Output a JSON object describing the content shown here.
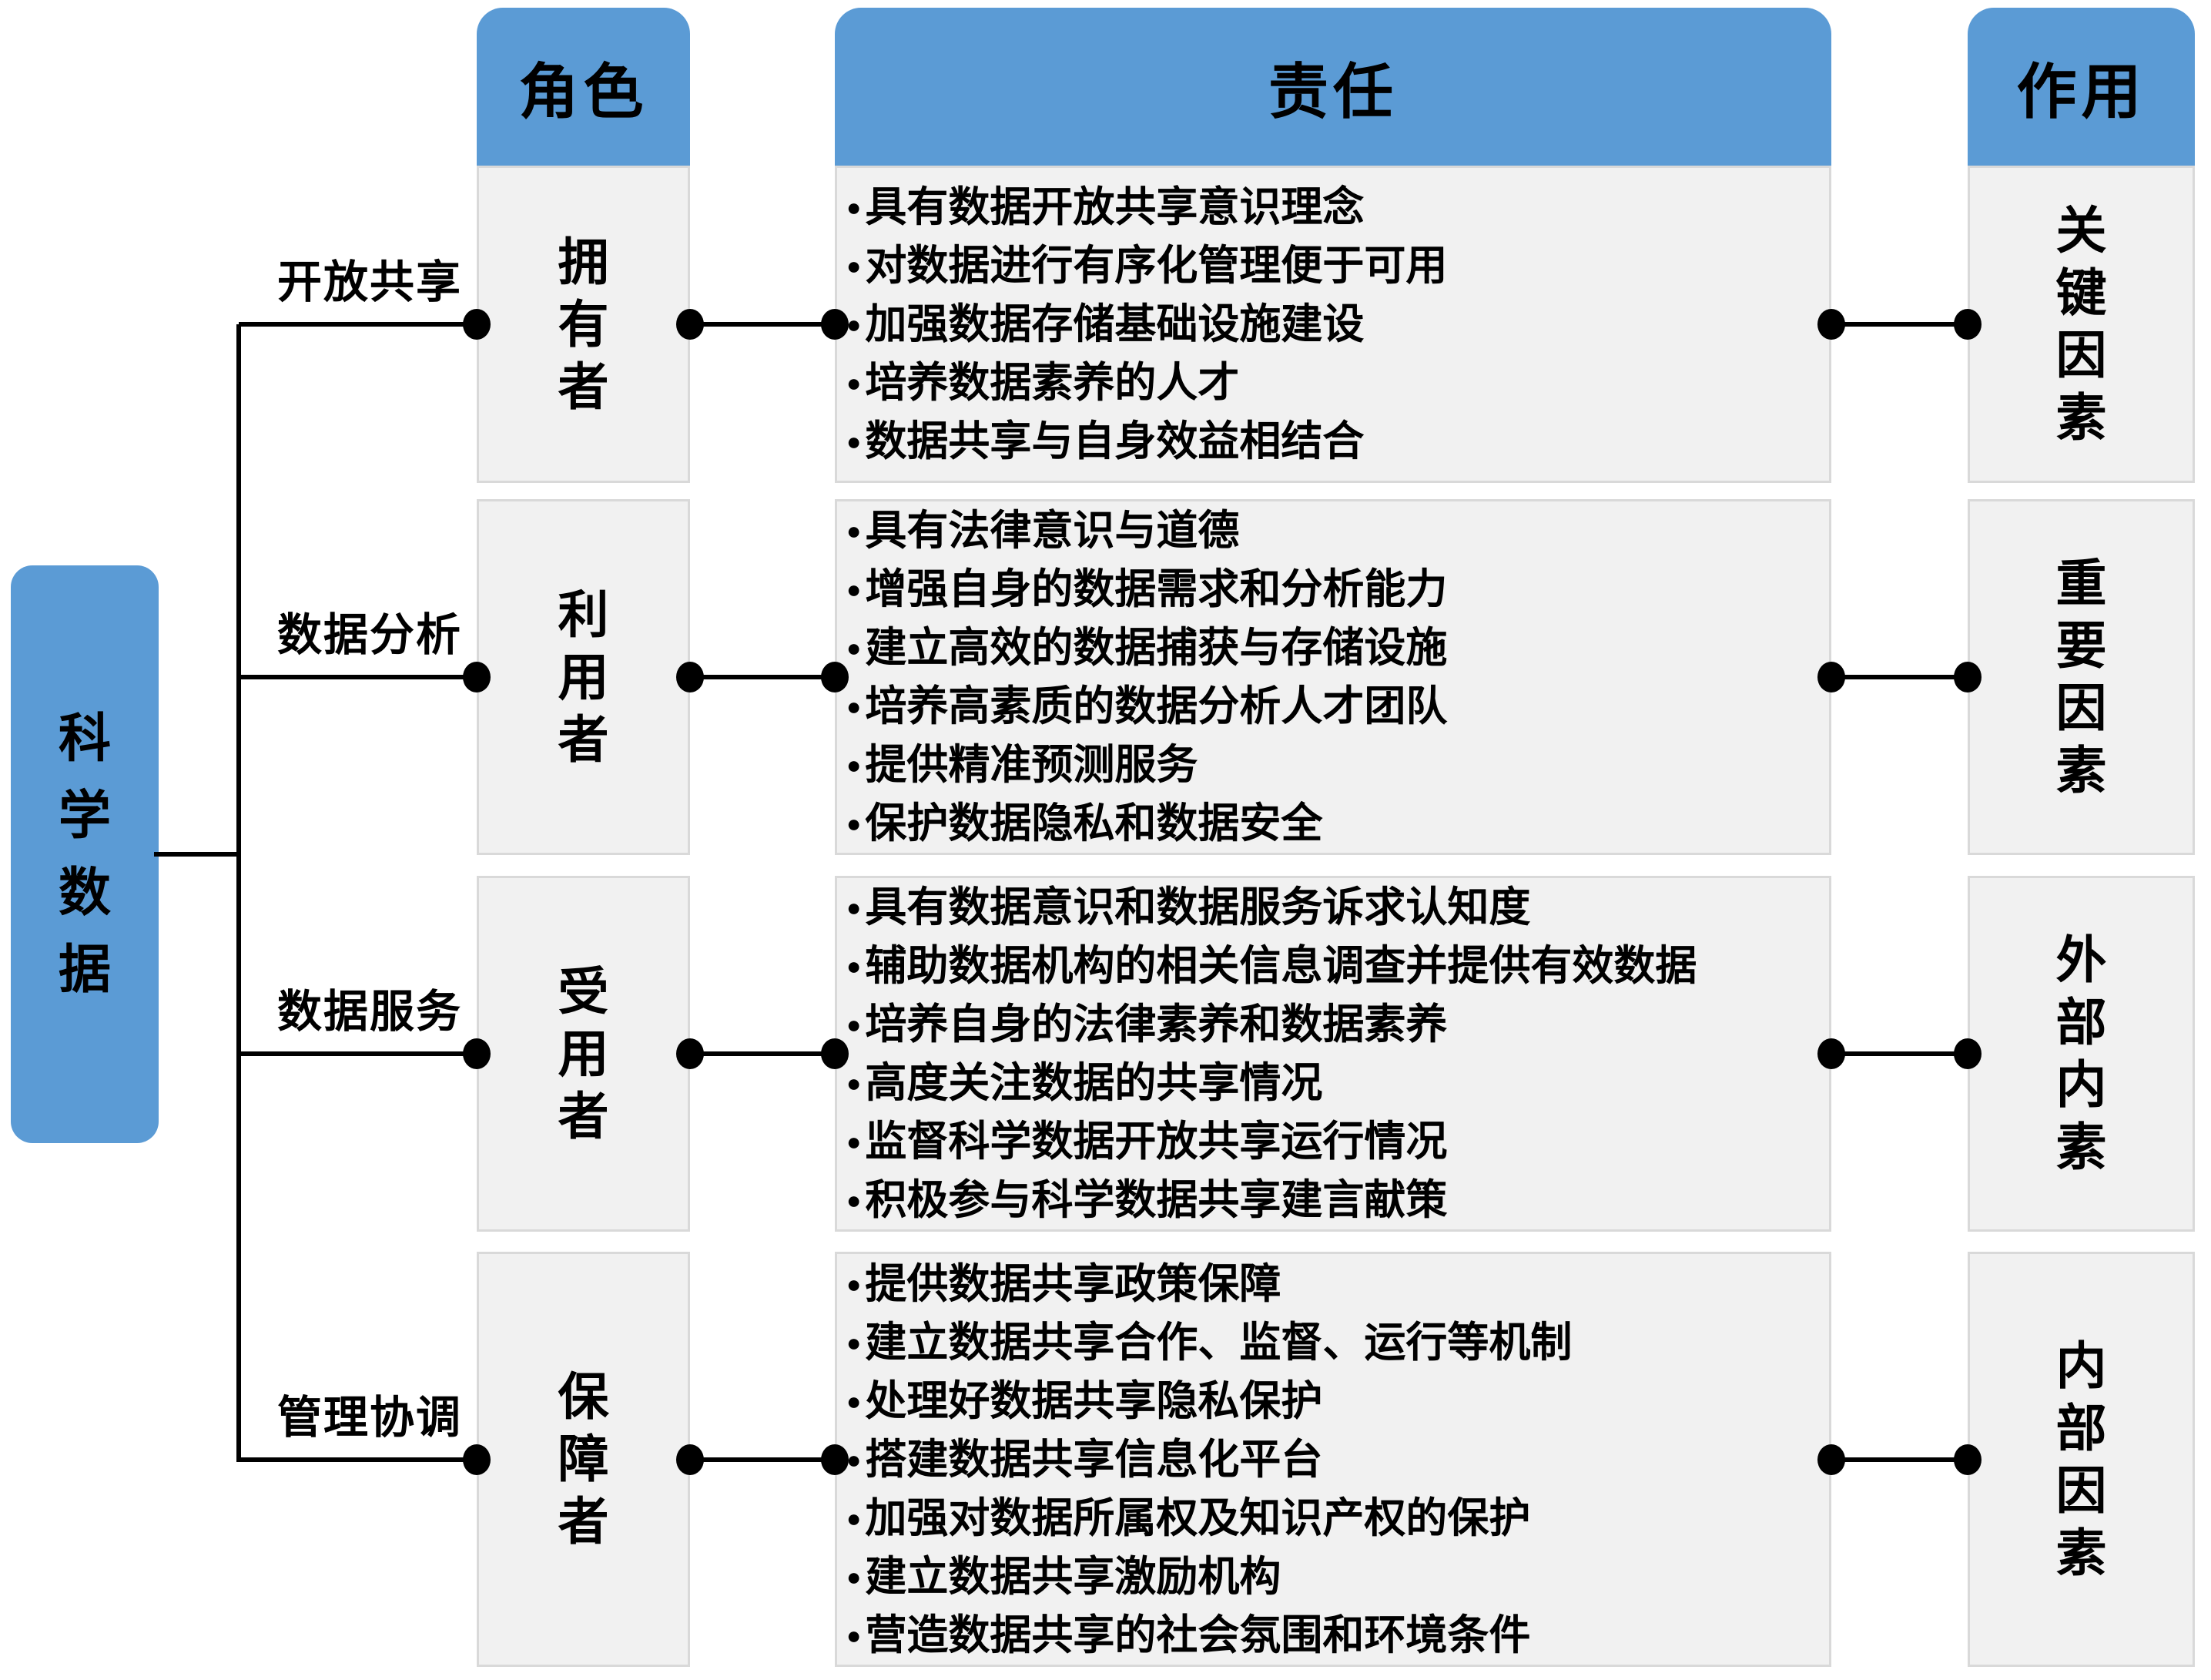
{
  "colors": {
    "accent_blue": "#5b9bd5",
    "block_bg": "#f1f1f1",
    "block_border": "#d9d9d9",
    "line_black": "#000000"
  },
  "root": {
    "label": "科学数据"
  },
  "headers": {
    "role": "角色",
    "responsibility": "责任",
    "effect": "作用"
  },
  "bullet_icon": "●",
  "rows": [
    {
      "branch": "开放共享",
      "role": "拥有者",
      "effect": "关键因素",
      "duties": [
        "具有数据开放共享意识理念",
        "对数据进行有序化管理便于可用",
        "加强数据存储基础设施建设",
        "培养数据素养的人才",
        "数据共享与自身效益相结合"
      ]
    },
    {
      "branch": "数据分析",
      "role": "利用者",
      "effect": "重要因素",
      "duties": [
        "具有法律意识与道德",
        "增强自身的数据需求和分析能力",
        "建立高效的数据捕获与存储设施",
        "培养高素质的数据分析人才团队",
        "提供精准预测服务",
        "保护数据隐私和数据安全"
      ]
    },
    {
      "branch": "数据服务",
      "role": "受用者",
      "effect": "外部内素",
      "duties": [
        "具有数据意识和数据服务诉求认知度",
        "辅助数据机构的相关信息调查并提供有效数据",
        "培养自身的法律素养和数据素养",
        "高度关注数据的共享情况",
        "监督科学数据开放共享运行情况",
        "积极参与科学数据共享建言献策"
      ]
    },
    {
      "branch": "管理协调",
      "role": "保障者",
      "effect": "内部因素",
      "duties": [
        "提供数据共享政策保障",
        "建立数据共享合作、监督、运行等机制",
        "处理好数据共享隐私保护",
        "搭建数据共享信息化平台",
        "加强对数据所属权及知识产权的保护",
        "建立数据共享激励机构",
        "营造数据共享的社会氛围和环境条件"
      ]
    }
  ]
}
